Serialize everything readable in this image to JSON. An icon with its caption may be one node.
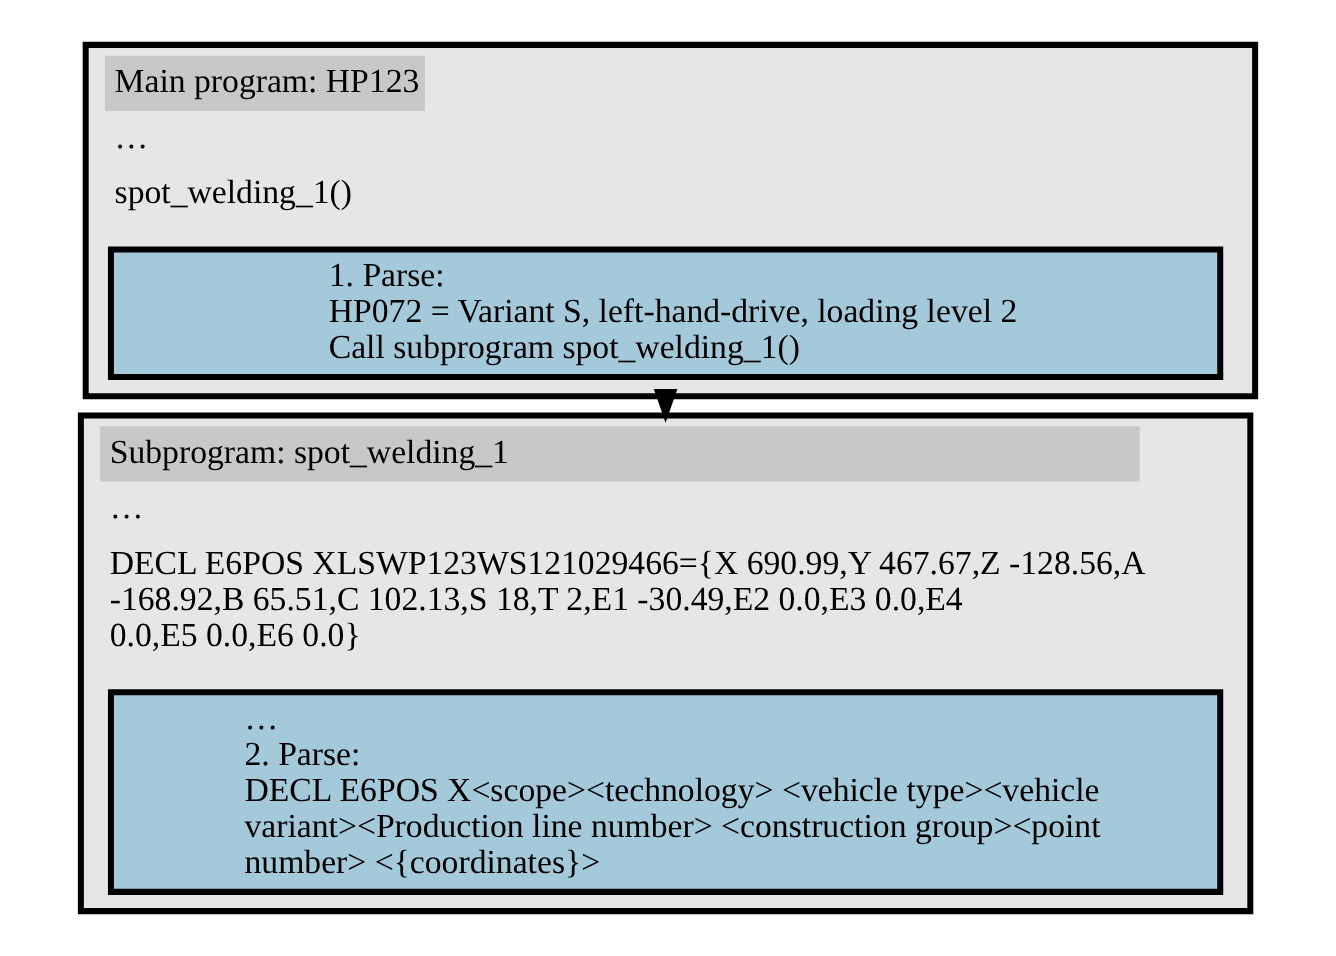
{
  "diagram": {
    "nodes": [
      {
        "text": [
          "Main program: HP123",
          "…",
          "spot_welding_1()"
        ]
      },
      {
        "text": [
          "1. Parse:",
          "HP072 = Variant S, left-hand-drive, loading level 2",
          "Call subprogram spot_welding_1()"
        ],
        "in": 0
      },
      {
        "text": [
          "Subprogram: spot_welding_1",
          "…",
          "DECL E6POS XLSWP123WS121029466={X 690.99,Y 467.67,Z -128.56,A -168.92,B 65.51,C 102.13,S 18,T 2,E1 -30.49,E2 0.0,E3 0.0,E4 0.0,E5 0.0,E6 0.0}"
        ]
      },
      {
        "text": [
          "…",
          "2. Parse:",
          "DECL E6POS X<scope><technology> <vehicle type><vehicle variant><Production line number> <construction group><point number> <{coordinates}>"
        ],
        "in": 2
      }
    ],
    "edges": [
      {
        "from": 0,
        "to": 2,
        "arrow": "to"
      }
    ]
  }
}
